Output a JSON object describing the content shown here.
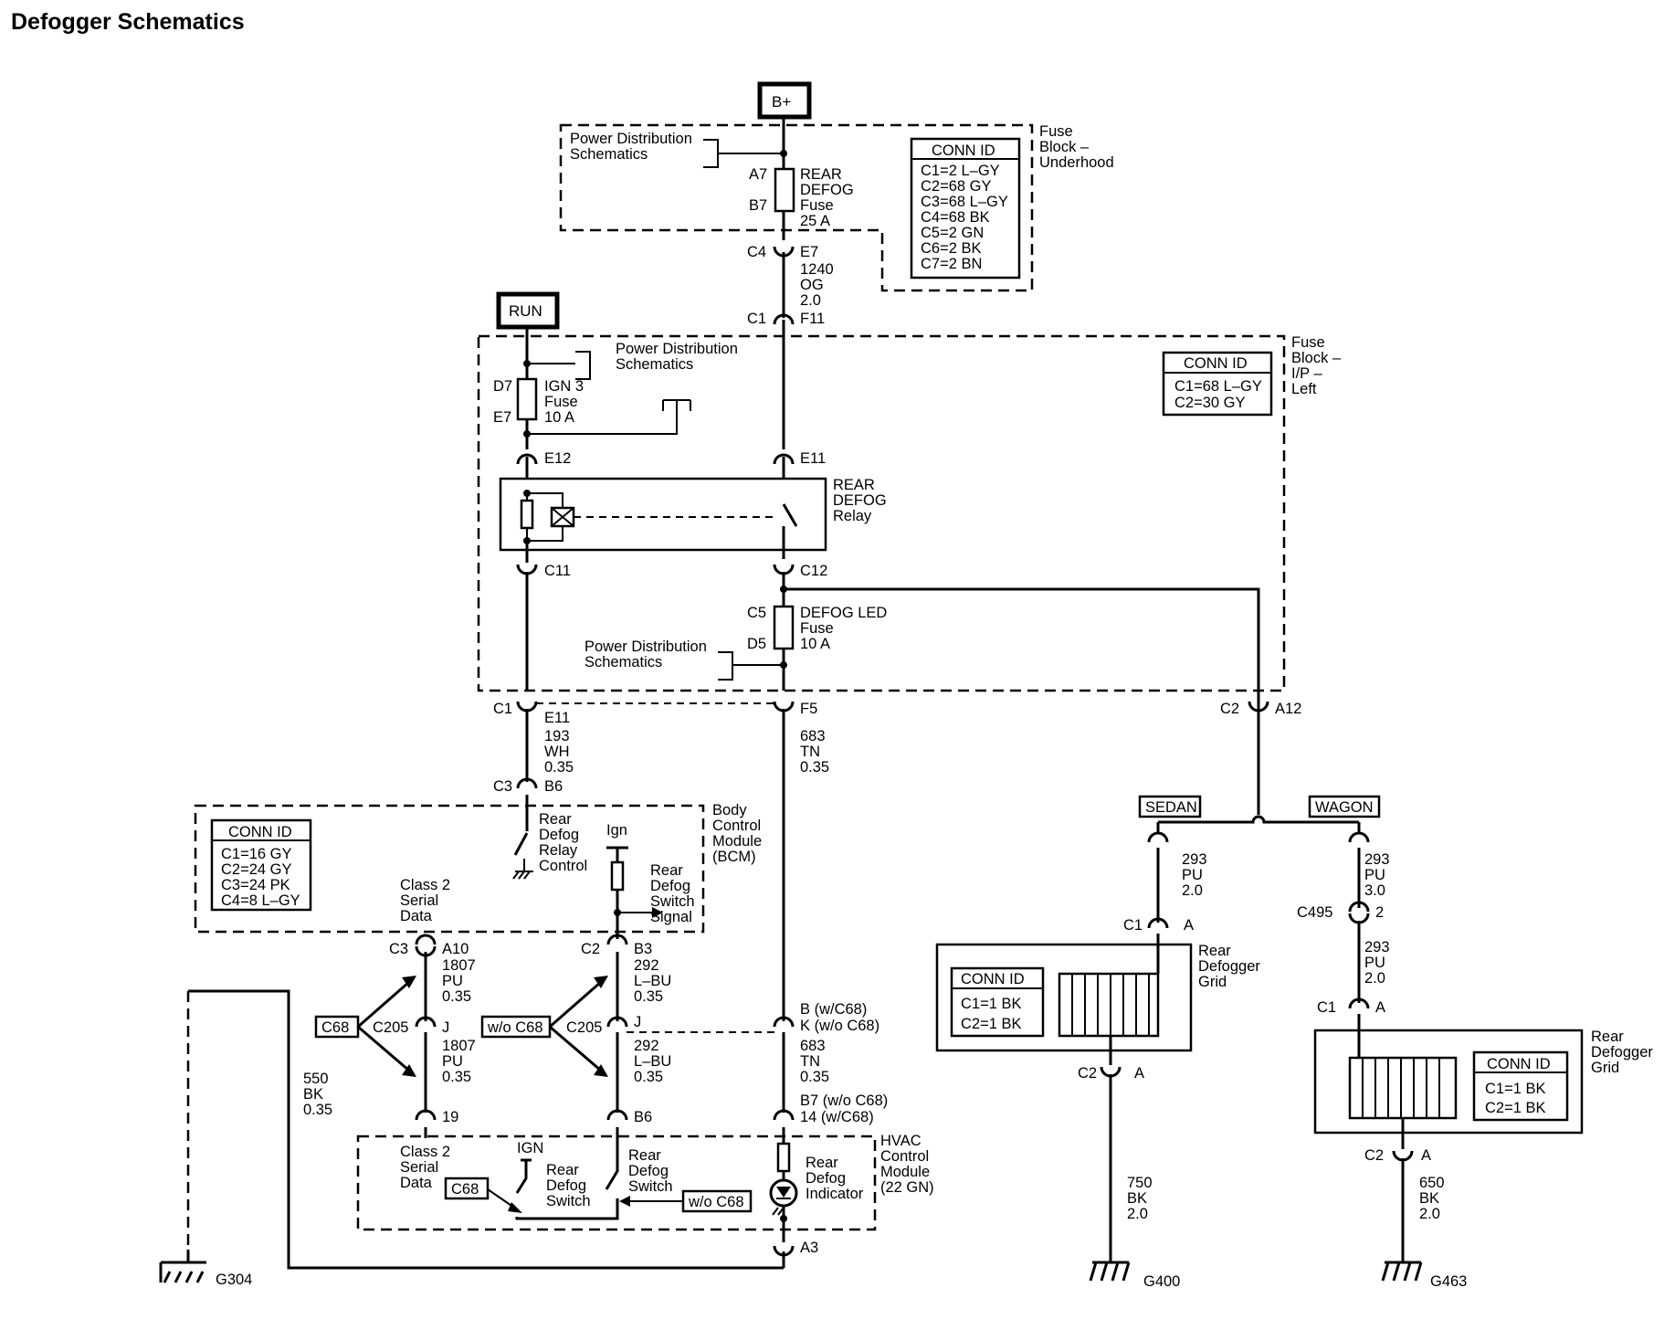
{
  "title": "Defogger Schematics",
  "sources": {
    "bplus": "B+",
    "run": "RUN"
  },
  "fuse_block_underhood": {
    "label": [
      "Fuse",
      "Block –",
      "Underhood"
    ],
    "power_dist": [
      "Power Distribution",
      "Schematics"
    ],
    "fuse_pins": {
      "top": "A7",
      "bottom": "B7"
    },
    "fuse_label": [
      "REAR",
      "DEFOG",
      "Fuse",
      "25 A"
    ],
    "conn_id": {
      "title": "CONN ID",
      "rows": [
        "C1=2 L–GY",
        "C2=68 GY",
        "C3=68 L–GY",
        "C4=68 BK",
        "C5=2 GN",
        "C6=2 BK",
        "C7=2 BN"
      ]
    }
  },
  "wire_1240": {
    "conn_left": "C4",
    "conn_right": "E7",
    "circuit": [
      "1240",
      "OG",
      "2.0"
    ],
    "conn2_left": "C1",
    "conn2_right": "F11"
  },
  "fuse_block_ip": {
    "label": [
      "Fuse",
      "Block –",
      "I/P –",
      "Left"
    ],
    "conn_id": {
      "title": "CONN ID",
      "rows": [
        "C1=68 L–GY",
        "C2=30 GY"
      ]
    },
    "power_dist_1": [
      "Power Distribution",
      "Schematics"
    ],
    "ign_fuse_pins": {
      "top": "D7",
      "bottom": "E7"
    },
    "ign_fuse_label": [
      "IGN 3",
      "Fuse",
      "10 A"
    ],
    "e12": "E12",
    "e11": "E11",
    "relay_label": [
      "REAR",
      "DEFOG",
      "Relay"
    ],
    "c11": "C11",
    "c12": "C12",
    "led_fuse_pins": {
      "top": "C5",
      "bottom": "D5"
    },
    "led_fuse_label": [
      "DEFOG LED",
      "Fuse",
      "10 A"
    ],
    "power_dist_2": [
      "Power Distribution",
      "Schematics"
    ]
  },
  "lower_connectors": {
    "c1_left": "C1",
    "e11": "E11",
    "f5": "F5",
    "c2_right": "C2",
    "a12": "A12",
    "wire_193": [
      "193",
      "WH",
      "0.35"
    ],
    "wire_683": [
      "683",
      "TN",
      "0.35"
    ],
    "c3": "C3",
    "b6": "B6"
  },
  "bcm": {
    "label": [
      "Body",
      "Control",
      "Module",
      "(BCM)"
    ],
    "conn_id": {
      "title": "CONN ID",
      "rows": [
        "C1=16 GY",
        "C2=24 GY",
        "C3=24 PK",
        "C4=8 L–GY"
      ]
    },
    "relay_ctrl": [
      "Rear",
      "Defog",
      "Relay",
      "Control"
    ],
    "ign": "Ign",
    "switch_signal": [
      "Rear",
      "Defog",
      "Switch",
      "Signal"
    ],
    "serial_data": [
      "Class 2",
      "Serial",
      "Data"
    ]
  },
  "lower_wiring": {
    "c3_left": "C3",
    "a10": "A10",
    "wire_1807_a": [
      "1807",
      "PU",
      "0.35"
    ],
    "c2_left": "C2",
    "b3": "B3",
    "wire_292_a": [
      "292",
      "L–BU",
      "0.35"
    ],
    "c68_tag": "C68",
    "c205_a": "C205",
    "j_a": "J",
    "wo_c68_tag": "w/o C68",
    "c205_b": "C205",
    "j_b": "J",
    "b_wc68": "B (w/C68)",
    "k_woc68": "K (w/o C68)",
    "wire_1807_b": [
      "1807",
      "PU",
      "0.35"
    ],
    "wire_292_b": [
      "292",
      "L–BU",
      "0.35"
    ],
    "wire_683_b": [
      "683",
      "TN",
      "0.35"
    ],
    "wire_550": [
      "550",
      "BK",
      "0.35"
    ],
    "pin_19": "19",
    "pin_b6": "B6",
    "b7_wo": "B7 (w/o C68)",
    "p14_w": "14 (w/C68)"
  },
  "hvac": {
    "label": [
      "HVAC",
      "Control",
      "Module",
      "(22 GN)"
    ],
    "serial_data": [
      "Class 2",
      "Serial",
      "Data"
    ],
    "ign": "IGN",
    "defog_switch_1": [
      "Rear",
      "Defog",
      "Switch"
    ],
    "defog_switch_2": [
      "Rear",
      "Defog",
      "Switch"
    ],
    "indicator": [
      "Rear",
      "Defog",
      "Indicator"
    ],
    "c68_tag": "C68",
    "wo_c68_tag": "w/o C68",
    "a3": "A3"
  },
  "grounds": {
    "g304": "G304",
    "g400": "G400",
    "g463": "G463"
  },
  "sedan": {
    "tag": "SEDAN",
    "wire_293": [
      "293",
      "PU",
      "2.0"
    ],
    "c1": "C1",
    "a": "A",
    "grid_label": [
      "Rear",
      "Defogger",
      "Grid"
    ],
    "conn_id": {
      "title": "CONN ID",
      "rows": [
        "C1=1 BK",
        "C2=1 BK"
      ]
    },
    "c2": "C2",
    "a2": "A",
    "wire_750": [
      "750",
      "BK",
      "2.0"
    ]
  },
  "wagon": {
    "tag": "WAGON",
    "wire_293_a": [
      "293",
      "PU",
      "3.0"
    ],
    "c495": "C495",
    "pin2": "2",
    "wire_293_b": [
      "293",
      "PU",
      "2.0"
    ],
    "c1": "C1",
    "a": "A",
    "grid_label": [
      "Rear",
      "Defogger",
      "Grid"
    ],
    "conn_id": {
      "title": "CONN ID",
      "rows": [
        "C1=1 BK",
        "C2=1 BK"
      ]
    },
    "c2": "C2",
    "a2": "A",
    "wire_650": [
      "650",
      "BK",
      "2.0"
    ]
  }
}
